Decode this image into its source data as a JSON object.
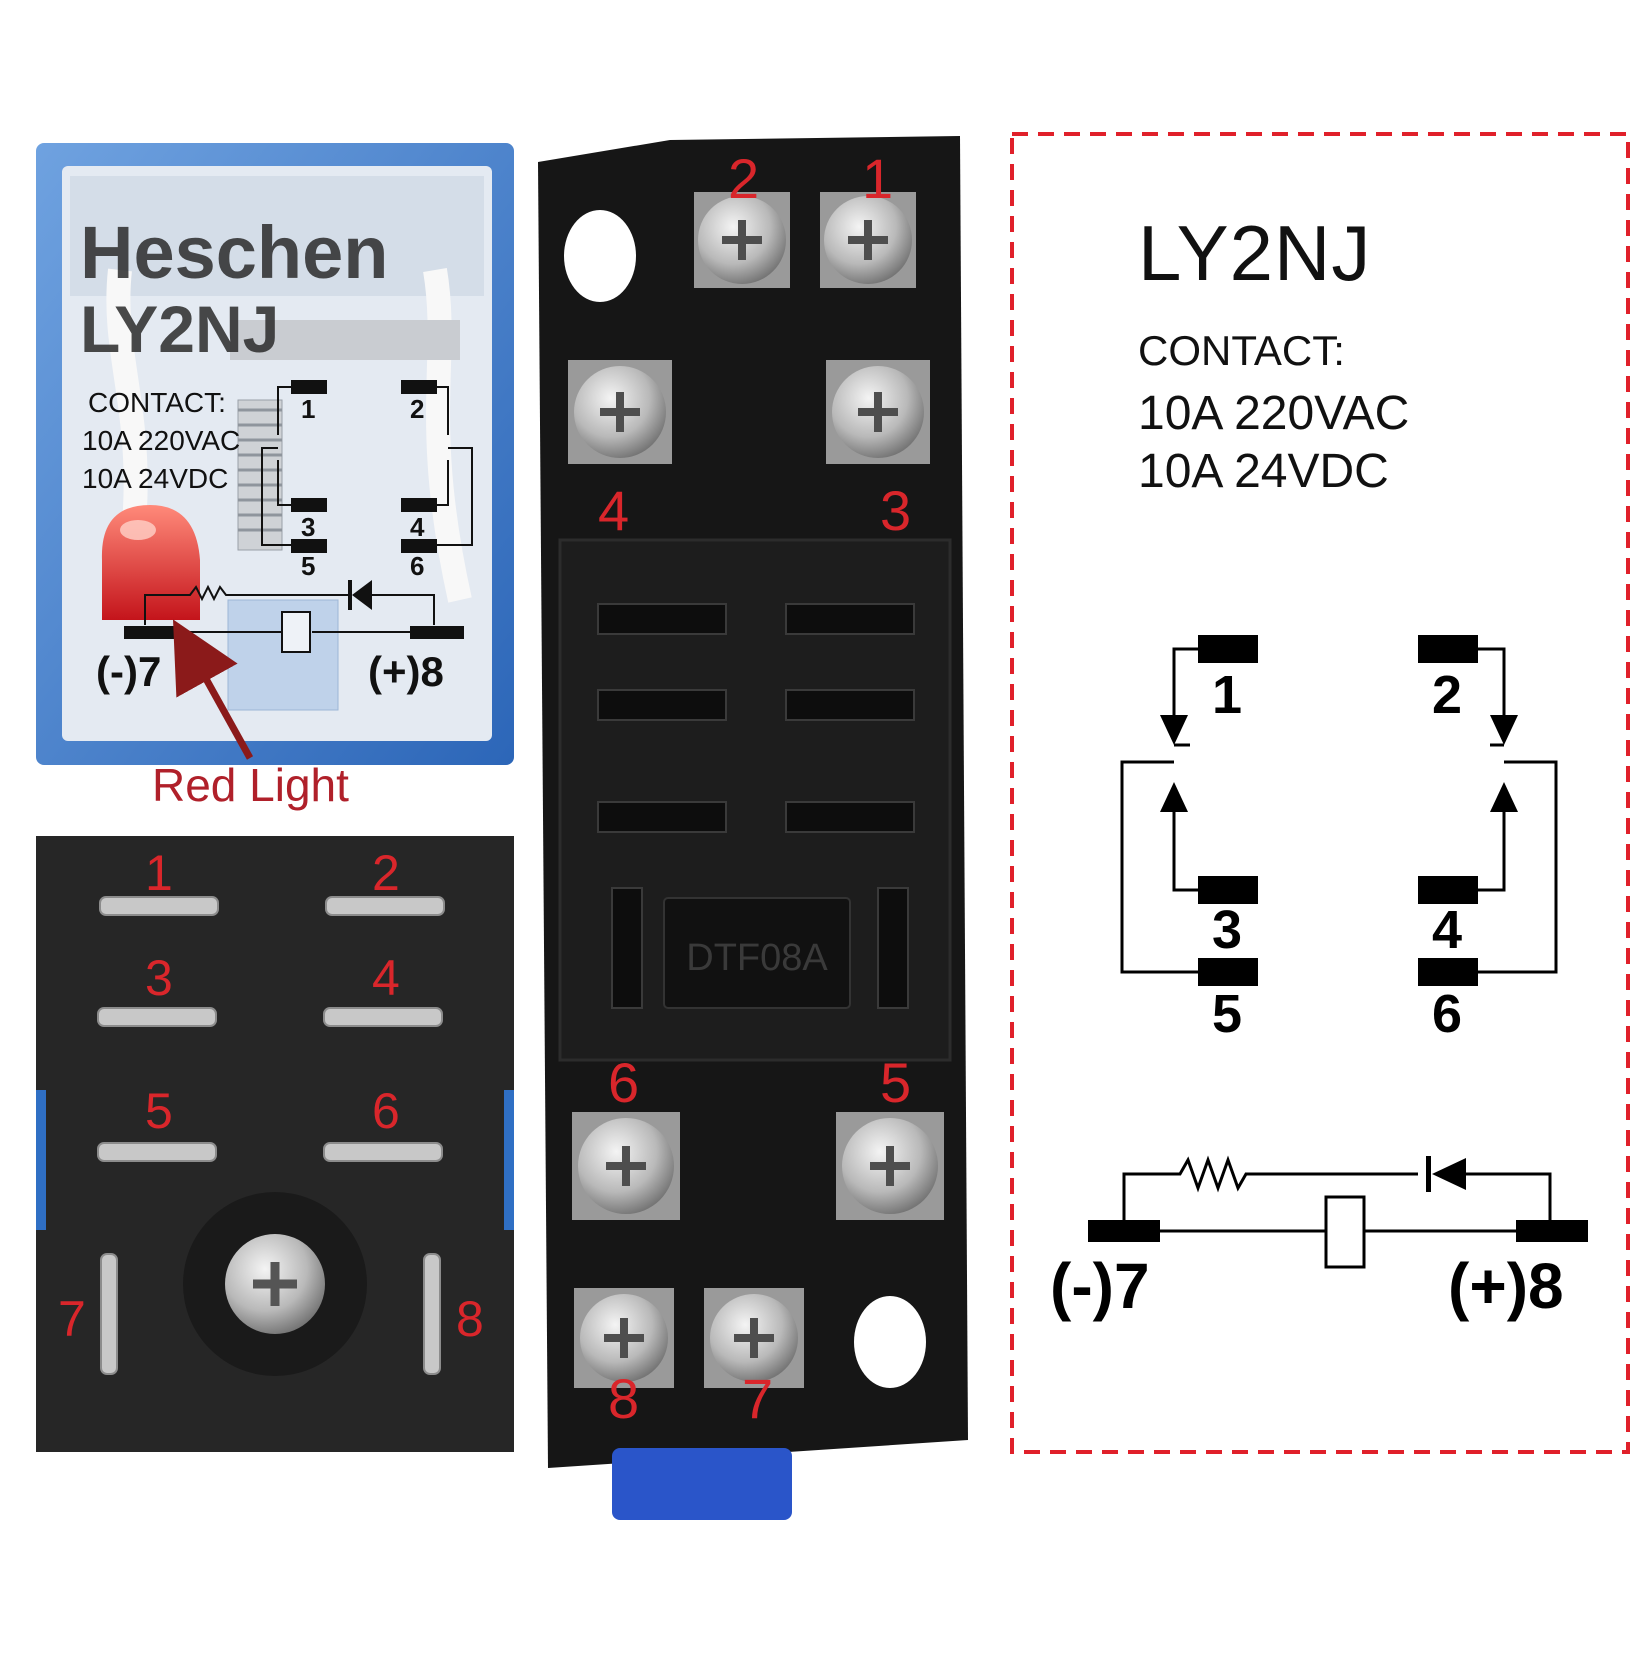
{
  "relay": {
    "brand": "Heschen",
    "model": "LY2NJ",
    "contact_label": "CONTACT:",
    "rating_ac": "10A 220VAC",
    "rating_dc": "10A 24VDC",
    "pins": [
      "1",
      "2",
      "3",
      "4",
      "5",
      "6"
    ],
    "coil_neg": "(-)7",
    "coil_pos": "(+)8",
    "indicator_caption": "Red Light"
  },
  "relay_bottom": {
    "pins": [
      "1",
      "2",
      "3",
      "4",
      "5",
      "6",
      "7",
      "8"
    ]
  },
  "socket": {
    "model": "DTF08A",
    "terminals": [
      "2",
      "1",
      "4",
      "3",
      "6",
      "5",
      "8",
      "7"
    ]
  },
  "spec_panel": {
    "title": "LY2NJ",
    "contact_label": "CONTACT:",
    "rating_ac": "10A 220VAC",
    "rating_dc": "10A 24VDC",
    "pins": [
      "1",
      "2",
      "3",
      "4",
      "5",
      "6"
    ],
    "coil_neg": "(-)7",
    "coil_pos": "(+)8"
  },
  "colors": {
    "label_red": "#d9262b",
    "dashed_border": "#e0202a",
    "relay_blue": "#2f6fc4",
    "socket_black": "#161616",
    "caption_red": "#b0202a"
  }
}
